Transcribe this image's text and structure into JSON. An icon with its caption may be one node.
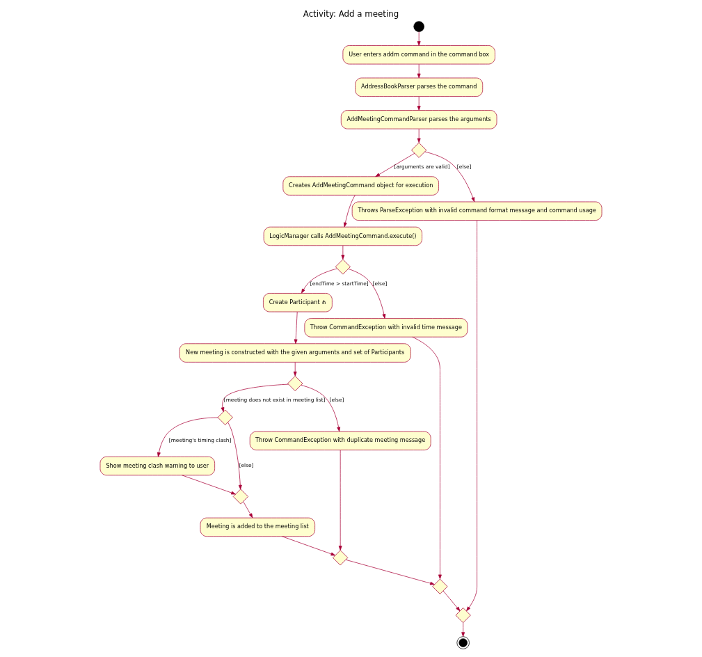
{
  "diagram": {
    "title": "Activity: Add a meeting",
    "nodes": [
      {
        "text": [],
        "shape": "circle"
      },
      {
        "text": [
          "User enters addm command in the command box"
        ]
      },
      {
        "text": [
          "AddressBookParser parses the command"
        ]
      },
      {
        "text": [
          "AddMeetingCommandParser parses the arguments"
        ]
      },
      {
        "text": [],
        "shape": "diamond"
      },
      {
        "text": [
          "Creates AddMeetingCommand object for execution"
        ]
      },
      {
        "text": [
          "Throws ParseException with invalid command format message and command usage"
        ]
      },
      {
        "text": [
          "LogicManager calls AddMeetingCommand.execute()"
        ]
      },
      {
        "text": [],
        "shape": "diamond"
      },
      {
        "text": [
          "Create Participant ⋔"
        ]
      },
      {
        "text": [
          "Throw CommandException with invalid time message"
        ]
      },
      {
        "text": [
          "New meeting is constructed with the given arguments and set of Participants"
        ]
      },
      {
        "text": [],
        "shape": "diamond"
      },
      {
        "text": [],
        "shape": "diamond"
      },
      {
        "text": [
          "Throw CommandException with duplicate meeting message"
        ]
      },
      {
        "text": [
          "Show meeting clash warning to user"
        ]
      },
      {
        "text": [],
        "shape": "diamond"
      },
      {
        "text": [
          "Meeting is added to the meeting list"
        ]
      },
      {
        "text": [],
        "shape": "diamond"
      },
      {
        "text": [],
        "shape": "diamond"
      },
      {
        "text": [],
        "shape": "diamond"
      },
      {
        "text": [],
        "shape": "bullseye"
      }
    ],
    "edges": [
      {
        "from": 0,
        "to": 1,
        "arrow": "to"
      },
      {
        "from": 1,
        "to": 2,
        "arrow": "to"
      },
      {
        "from": 2,
        "to": 3,
        "arrow": "to"
      },
      {
        "from": 3,
        "to": 4,
        "arrow": "to"
      },
      {
        "from": 4,
        "to": 5,
        "arrow": "to",
        "label": "[arguments are valid]"
      },
      {
        "from": 4,
        "to": 6,
        "arrow": "to",
        "label": "[else]"
      },
      {
        "from": 5,
        "to": 7,
        "arrow": "to"
      },
      {
        "from": 7,
        "to": 8,
        "arrow": "to"
      },
      {
        "from": 8,
        "to": 9,
        "arrow": "to",
        "label": "[endTime > startTime]"
      },
      {
        "from": 8,
        "to": 10,
        "arrow": "to",
        "label": "[else]"
      },
      {
        "from": 9,
        "to": 11,
        "arrow": "to"
      },
      {
        "from": 11,
        "to": 12,
        "arrow": "to"
      },
      {
        "from": 12,
        "to": 13,
        "arrow": "to",
        "label": "[meeting does not exist in meeting list]"
      },
      {
        "from": 12,
        "to": 14,
        "arrow": "to",
        "label": "[else]"
      },
      {
        "from": 13,
        "to": 15,
        "arrow": "to",
        "label": "[meeting's timing clash]"
      },
      {
        "from": 13,
        "to": 16,
        "arrow": "to",
        "label": "[else]"
      },
      {
        "from": 15,
        "to": 16,
        "arrow": "to"
      },
      {
        "from": 16,
        "to": 17,
        "arrow": "to"
      },
      {
        "from": 17,
        "to": 18,
        "arrow": "to"
      },
      {
        "from": 14,
        "to": 18,
        "arrow": "to"
      },
      {
        "from": 18,
        "to": 19,
        "arrow": "to"
      },
      {
        "from": 10,
        "to": 19,
        "arrow": "to"
      },
      {
        "from": 19,
        "to": 20,
        "arrow": "to"
      },
      {
        "from": 6,
        "to": 20,
        "arrow": "to"
      },
      {
        "from": 20,
        "to": 21,
        "arrow": "to"
      }
    ]
  }
}
